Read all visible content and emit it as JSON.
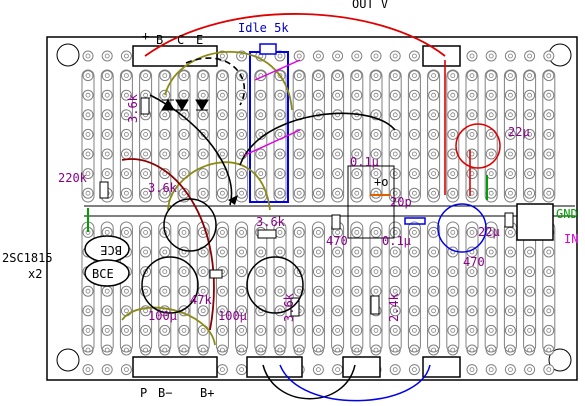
{
  "title": "Idle 5k",
  "top_right_label": "OUT   V",
  "header_left": {
    "plus": "+",
    "pins": [
      "B",
      "C",
      "E"
    ]
  },
  "footer_pins": [
    "P",
    "B−",
    "B+"
  ],
  "transistor": {
    "type": "2SC1815",
    "count": "x2",
    "pin_top": "BCE",
    "pin_bottom": "BCE"
  },
  "labels": {
    "r_220k": "220k",
    "r_3_6k_a": "3.6k",
    "r_3_6k_b": "3.6k",
    "r_3_6k_c": "3.6k",
    "r_3_6k_d": "3.6k",
    "r_47k": "47k",
    "r_470_a": "470",
    "r_470_b": "470",
    "r_2_4k": "2.4k",
    "c_0_1u_a": "0.1μ",
    "c_0_1u_b": "0.1μ",
    "c_20p": "20p",
    "c_22u_a": "22μ",
    "c_22u_b": "22μ",
    "c_100u_a": "100μ",
    "c_100u_b": "100μ",
    "gnd": "GND",
    "in": "IN",
    "plus_o": "+o"
  },
  "colors": {
    "board_bg": "#ffffff",
    "pad": "#808080",
    "red_wire": "#e00000",
    "blue_wire": "#0000ee",
    "olive_wire": "#8b8b14",
    "magenta": "#e000e0",
    "green": "#00a000",
    "dark_red": "#8b0000",
    "label_purple": "#8b008b",
    "label_blue": "#0000cc"
  }
}
